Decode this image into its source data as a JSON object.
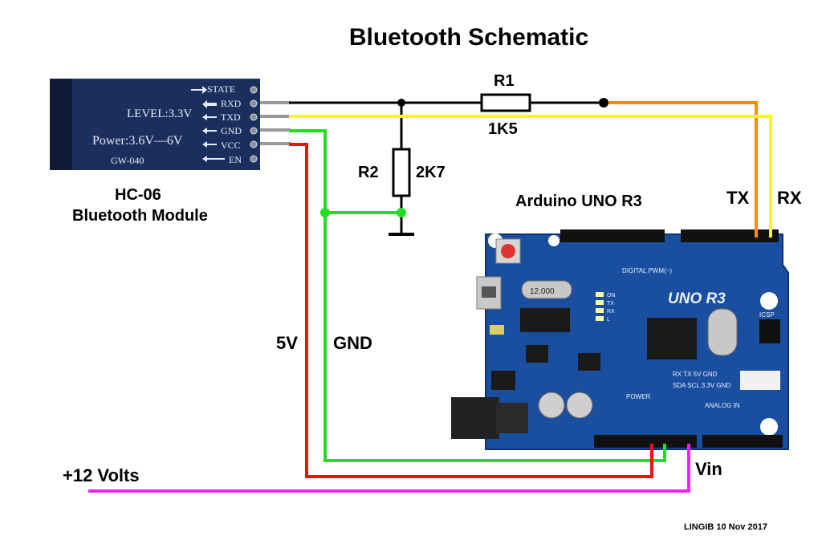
{
  "title": "Bluetooth Schematic",
  "module": {
    "name_line1": "HC-06",
    "name_line2": "Bluetooth Module",
    "pins": [
      "STATE",
      "RXD",
      "TXD",
      "GND",
      "VCC",
      "EN"
    ],
    "silk_level": "LEVEL:3.3V",
    "silk_power": "Power:3.6V—6V",
    "silk_model": "GW-040"
  },
  "resistors": {
    "r1_name": "R1",
    "r1_value": "1K5",
    "r2_name": "R2",
    "r2_value": "2K7"
  },
  "arduino": {
    "label": "Arduino UNO R3",
    "board_logo": "UNO R3",
    "crystal": "12.000",
    "silk_digital": "DIGITAL PWM(~)",
    "silk_power": "POWER",
    "silk_analog": "ANALOG IN",
    "silk_icsp": "ICSP",
    "header_row1": "RX  TX  5V  GND",
    "header_row2": "SDA SCL 3.3V GND",
    "led_on": "ON",
    "led_tx": "TX",
    "led_rx": "RX",
    "led_l": "L"
  },
  "wire_labels": {
    "tx": "TX",
    "rx": "RX",
    "v5": "5V",
    "gnd": "GND",
    "vin": "Vin",
    "v12": "+12 Volts"
  },
  "credit": "LINGIB 10 Nov 2017",
  "colors": {
    "module_blue": "#1b2f5e",
    "board_blue": "#1a4fa0",
    "wire_black": "#000000",
    "wire_yellow": "#ffff00",
    "wire_orange": "#ff8c00",
    "wire_green": "#22dd22",
    "wire_red": "#ee1111",
    "wire_magenta": "#ee22ee"
  }
}
